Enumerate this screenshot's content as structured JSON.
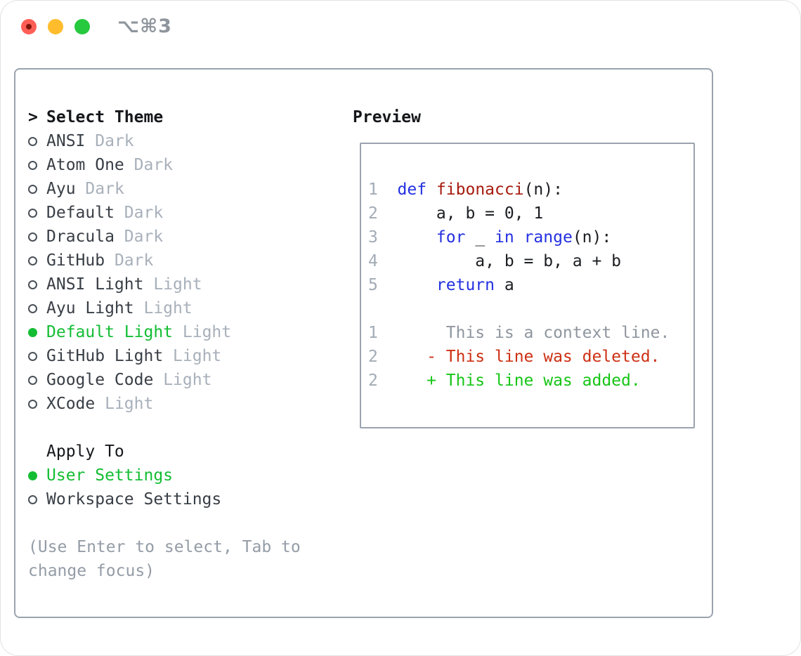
{
  "titlebar": {
    "shortcut": "⌥⌘3"
  },
  "theme_selector": {
    "prompt": ">",
    "header": "Select Theme",
    "items": [
      {
        "name": "ANSI",
        "variant": "Dark",
        "selected": false
      },
      {
        "name": "Atom One",
        "variant": "Dark",
        "selected": false
      },
      {
        "name": "Ayu",
        "variant": "Dark",
        "selected": false
      },
      {
        "name": "Default",
        "variant": "Dark",
        "selected": false
      },
      {
        "name": "Dracula",
        "variant": "Dark",
        "selected": false
      },
      {
        "name": "GitHub",
        "variant": "Dark",
        "selected": false
      },
      {
        "name": "ANSI Light",
        "variant": "Light",
        "selected": false
      },
      {
        "name": "Ayu Light",
        "variant": "Light",
        "selected": false
      },
      {
        "name": "Default Light",
        "variant": "Light",
        "selected": true
      },
      {
        "name": "GitHub Light",
        "variant": "Light",
        "selected": false
      },
      {
        "name": "Google Code",
        "variant": "Light",
        "selected": false
      },
      {
        "name": "XCode",
        "variant": "Light",
        "selected": false
      }
    ]
  },
  "apply_to": {
    "header": "Apply To",
    "options": [
      {
        "label": "User Settings",
        "selected": true
      },
      {
        "label": "Workspace Settings",
        "selected": false
      }
    ]
  },
  "hint": "(Use Enter to select, Tab to change focus)",
  "preview": {
    "title": "Preview",
    "code_lines": [
      {
        "num": "1",
        "tokens": [
          {
            "text": "def",
            "type": "keyword"
          },
          {
            "text": " "
          },
          {
            "text": "fibonacci",
            "type": "function"
          },
          {
            "text": "(n):"
          }
        ]
      },
      {
        "num": "2",
        "tokens": [
          {
            "text": "    a, b = 0, 1"
          }
        ]
      },
      {
        "num": "3",
        "tokens": [
          {
            "text": "    "
          },
          {
            "text": "for",
            "type": "keyword"
          },
          {
            "text": " _ "
          },
          {
            "text": "in",
            "type": "keyword"
          },
          {
            "text": " "
          },
          {
            "text": "range",
            "type": "keyword"
          },
          {
            "text": "(n):"
          }
        ]
      },
      {
        "num": "4",
        "tokens": [
          {
            "text": "        a, b = b, a + b"
          }
        ]
      },
      {
        "num": "5",
        "tokens": [
          {
            "text": "    ",
            "type": ""
          },
          {
            "text": "return",
            "type": "keyword"
          },
          {
            "text": " a"
          }
        ]
      }
    ],
    "diff_lines": [
      {
        "num": "1",
        "type": "context",
        "text": "     This is a context line."
      },
      {
        "num": "2",
        "type": "deleted",
        "text": "   - This line was deleted."
      },
      {
        "num": "2",
        "type": "added",
        "text": "   + This line was added."
      }
    ]
  },
  "colors": {
    "accent_green": "#13bd33",
    "keyword_blue": "#2330e0",
    "function_red": "#a61b0e",
    "deleted_red": "#cd3014",
    "added_green": "#16c516",
    "muted_gray": "#a8b0ba",
    "border_gray": "#9aa3ae",
    "traffic_red": "#ff5e56",
    "traffic_yellow": "#ffbd2e",
    "traffic_green": "#27c93f"
  }
}
